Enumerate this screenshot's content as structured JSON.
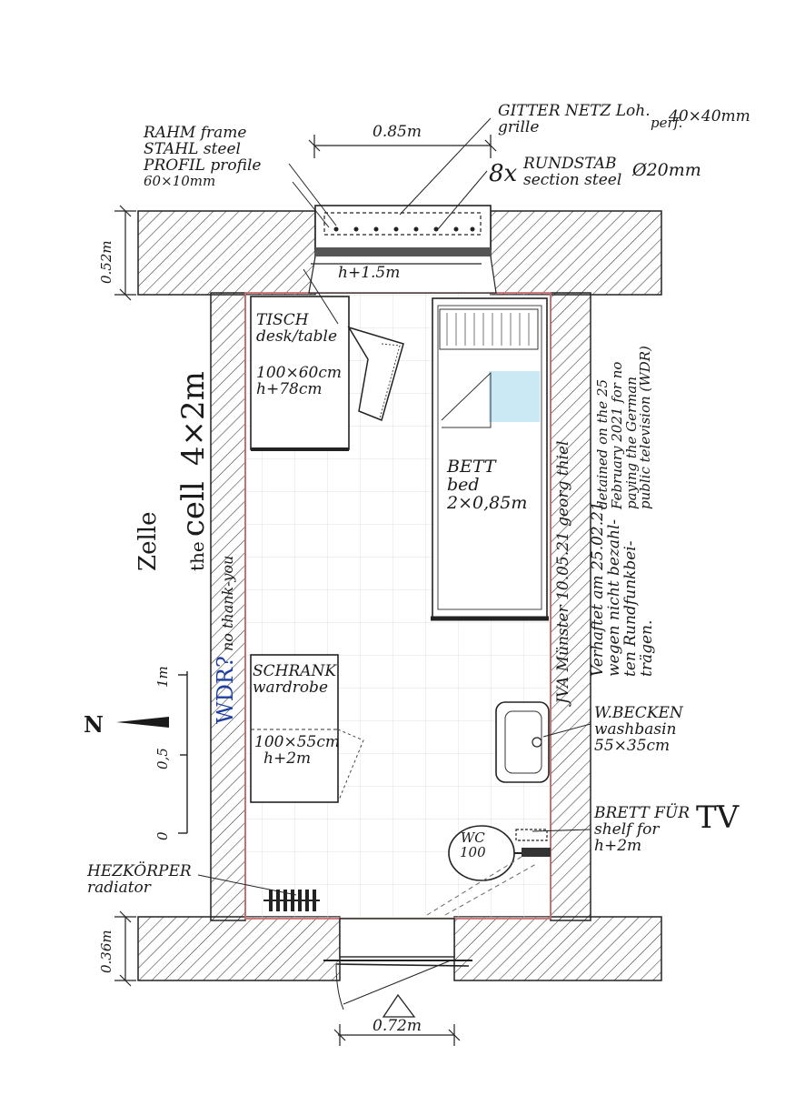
{
  "frame": {
    "line1": "RAHM frame",
    "line2": "STAHL steel",
    "line3": "PROFIL profile",
    "line4": "60×10mm"
  },
  "grille": {
    "line1": "GITTER NETZ Loh.",
    "perf": "perf.",
    "size": "40×40mm",
    "line2": "grille"
  },
  "bars": {
    "count": "8x",
    "line1": "RUNDSTAB",
    "line2": "section steel",
    "diameter": "Ø20mm"
  },
  "dims": {
    "window_width": "0.85m",
    "wall_top": "0.52m",
    "wall_bottom": "0.36m",
    "door_width": "0.72m",
    "window_height": "h+1.5m"
  },
  "desk": {
    "line1": "TISCH",
    "line2": "desk/table",
    "line3": "100×60cm",
    "line4": "h+78cm"
  },
  "bed": {
    "line1": "BETT",
    "line2": "bed",
    "line3": "2×0,85m"
  },
  "wardrobe": {
    "line1": "SCHRANK",
    "line2": "wardrobe",
    "line3": "100×55cm",
    "line4": "h+2m"
  },
  "washbasin": {
    "line1": "W.BECKEN",
    "line2": "washbasin",
    "line3": "55×35cm"
  },
  "shelf": {
    "line1": "BRETT FÜR",
    "line2": "shelf for",
    "line3": "h+2m",
    "tv": "TV"
  },
  "wc": {
    "line1": "WC",
    "line2": "100"
  },
  "radiator": {
    "line1": "HEZKÖRPER",
    "line2": "radiator"
  },
  "cell_title": {
    "line1": "Zelle",
    "line2": "the",
    "line3": "cell",
    "size": "4×2m"
  },
  "wdr_note": {
    "wdr": "WDR?",
    "text": "no thank-you"
  },
  "scale": {
    "north": "N",
    "m1": "1m",
    "m05": "0,5",
    "m0": "0"
  },
  "notes": {
    "jva": "JVA Münster 10.05.21 georg thiel",
    "de1": "Verhaftet am 25.02.21",
    "de2": "wegen nicht bezahl-",
    "de3": "ten Rundfunkbei-",
    "de4": "trägen.",
    "en1": "detained on the 25",
    "en2": "February 2021 for no",
    "en3": "paying the German",
    "en4": "public television (WDR)"
  },
  "colors": {
    "ink": "#1a1a1a",
    "wdr_blue": "#1f3fa0",
    "wall_edge": "#c97070",
    "bed_blue": "#a8d8ef"
  }
}
